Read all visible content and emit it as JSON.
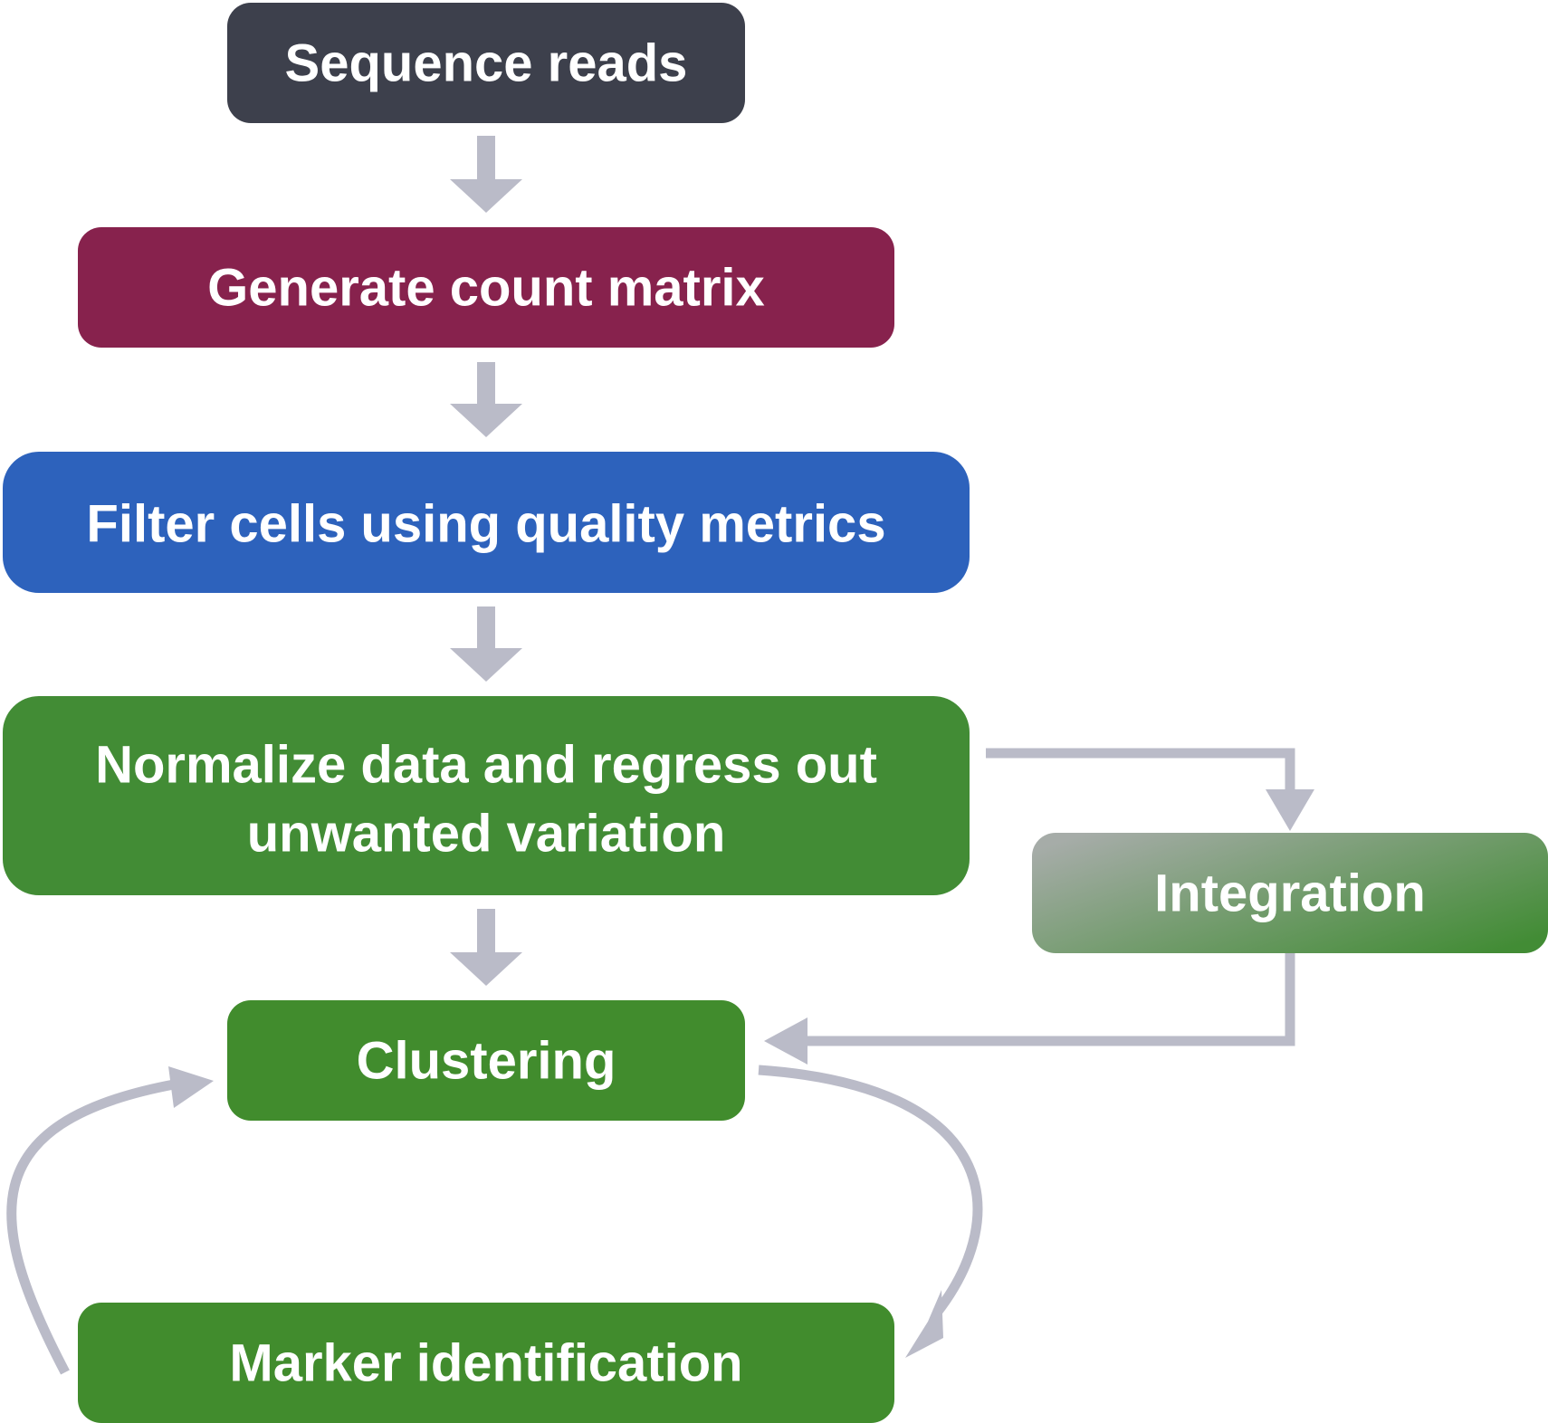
{
  "diagram": {
    "nodes": {
      "sequence_reads": {
        "label": "Sequence reads",
        "color": "#3d404c"
      },
      "count_matrix": {
        "label": "Generate count matrix",
        "color": "#87224d"
      },
      "filter_cells": {
        "label": "Filter cells using quality metrics",
        "color": "#2d62bc"
      },
      "normalize": {
        "line1": "Normalize data and regress out",
        "line2": "unwanted variation",
        "color": "#428c35"
      },
      "integration": {
        "label": "Integration",
        "color_start": "#a6aca8",
        "color_end": "#428c35"
      },
      "clustering": {
        "label": "Clustering",
        "color": "#418c2d"
      },
      "marker_identification": {
        "label": "Marker identification",
        "color": "#418c2d"
      }
    },
    "connector_color": "#babbc8"
  }
}
